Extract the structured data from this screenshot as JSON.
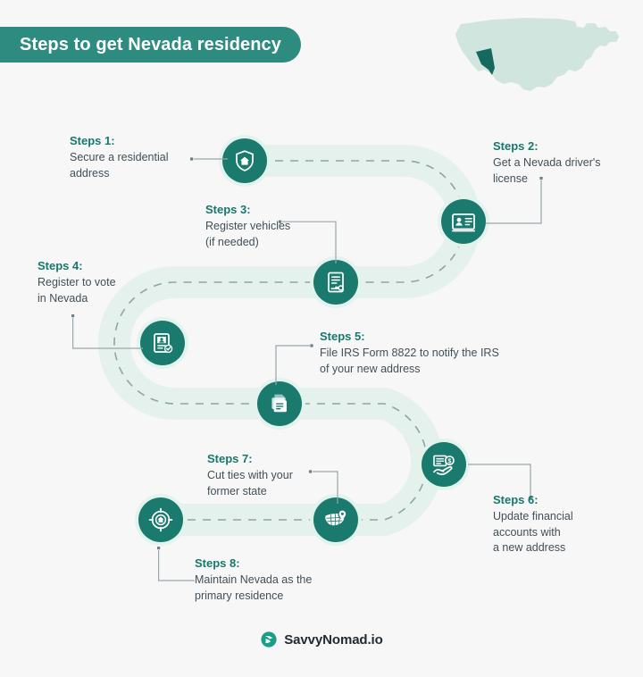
{
  "header": {
    "title": "Steps to get Nevada residency",
    "banner_color": "#2e8b80"
  },
  "map": {
    "name": "us-map-nevada-highlight",
    "base_color": "#cfe5dd",
    "highlight_color": "#15695f",
    "highlight_state": "Nevada"
  },
  "theme": {
    "background": "#f7f7f7",
    "node_color": "#1a7a6e",
    "road_fill": "#e4f1ec",
    "dash_color": "#8aa8a2",
    "heading_color": "#17786c",
    "body_color": "#414f57",
    "connector_color": "#9aa7ad"
  },
  "steps": [
    {
      "id": 1,
      "heading": "Steps 1:",
      "body": "Secure a residential\naddress",
      "icon": "shield-home-icon"
    },
    {
      "id": 2,
      "heading": "Steps 2:",
      "body": "Get a Nevada driver's\nlicense",
      "icon": "id-card-icon"
    },
    {
      "id": 3,
      "heading": "Steps 3:",
      "body": "Register vehicles\n(if needed)",
      "icon": "vehicle-registration-document-icon"
    },
    {
      "id": 4,
      "heading": "Steps 4:",
      "body": "Register to vote\nin Nevada",
      "icon": "voter-card-check-icon"
    },
    {
      "id": 5,
      "heading": "Steps 5:",
      "body": "File IRS Form 8822 to notify the IRS\nof your new address",
      "icon": "stacked-documents-icon"
    },
    {
      "id": 6,
      "heading": "Steps 6:",
      "body": "Update financial\naccounts with\na new address",
      "icon": "bank-hand-money-icon"
    },
    {
      "id": 7,
      "heading": "Steps 7:",
      "body": "Cut ties with your\nformer state",
      "icon": "us-map-pin-icon"
    },
    {
      "id": 8,
      "heading": "Steps 8:",
      "body": "Maintain Nevada as the\nprimary residence",
      "icon": "target-home-icon"
    }
  ],
  "footer": {
    "brand": "SavvyNomad.io",
    "logo": "savvynomad-leaf-icon",
    "logo_color": "#1a9e87"
  }
}
